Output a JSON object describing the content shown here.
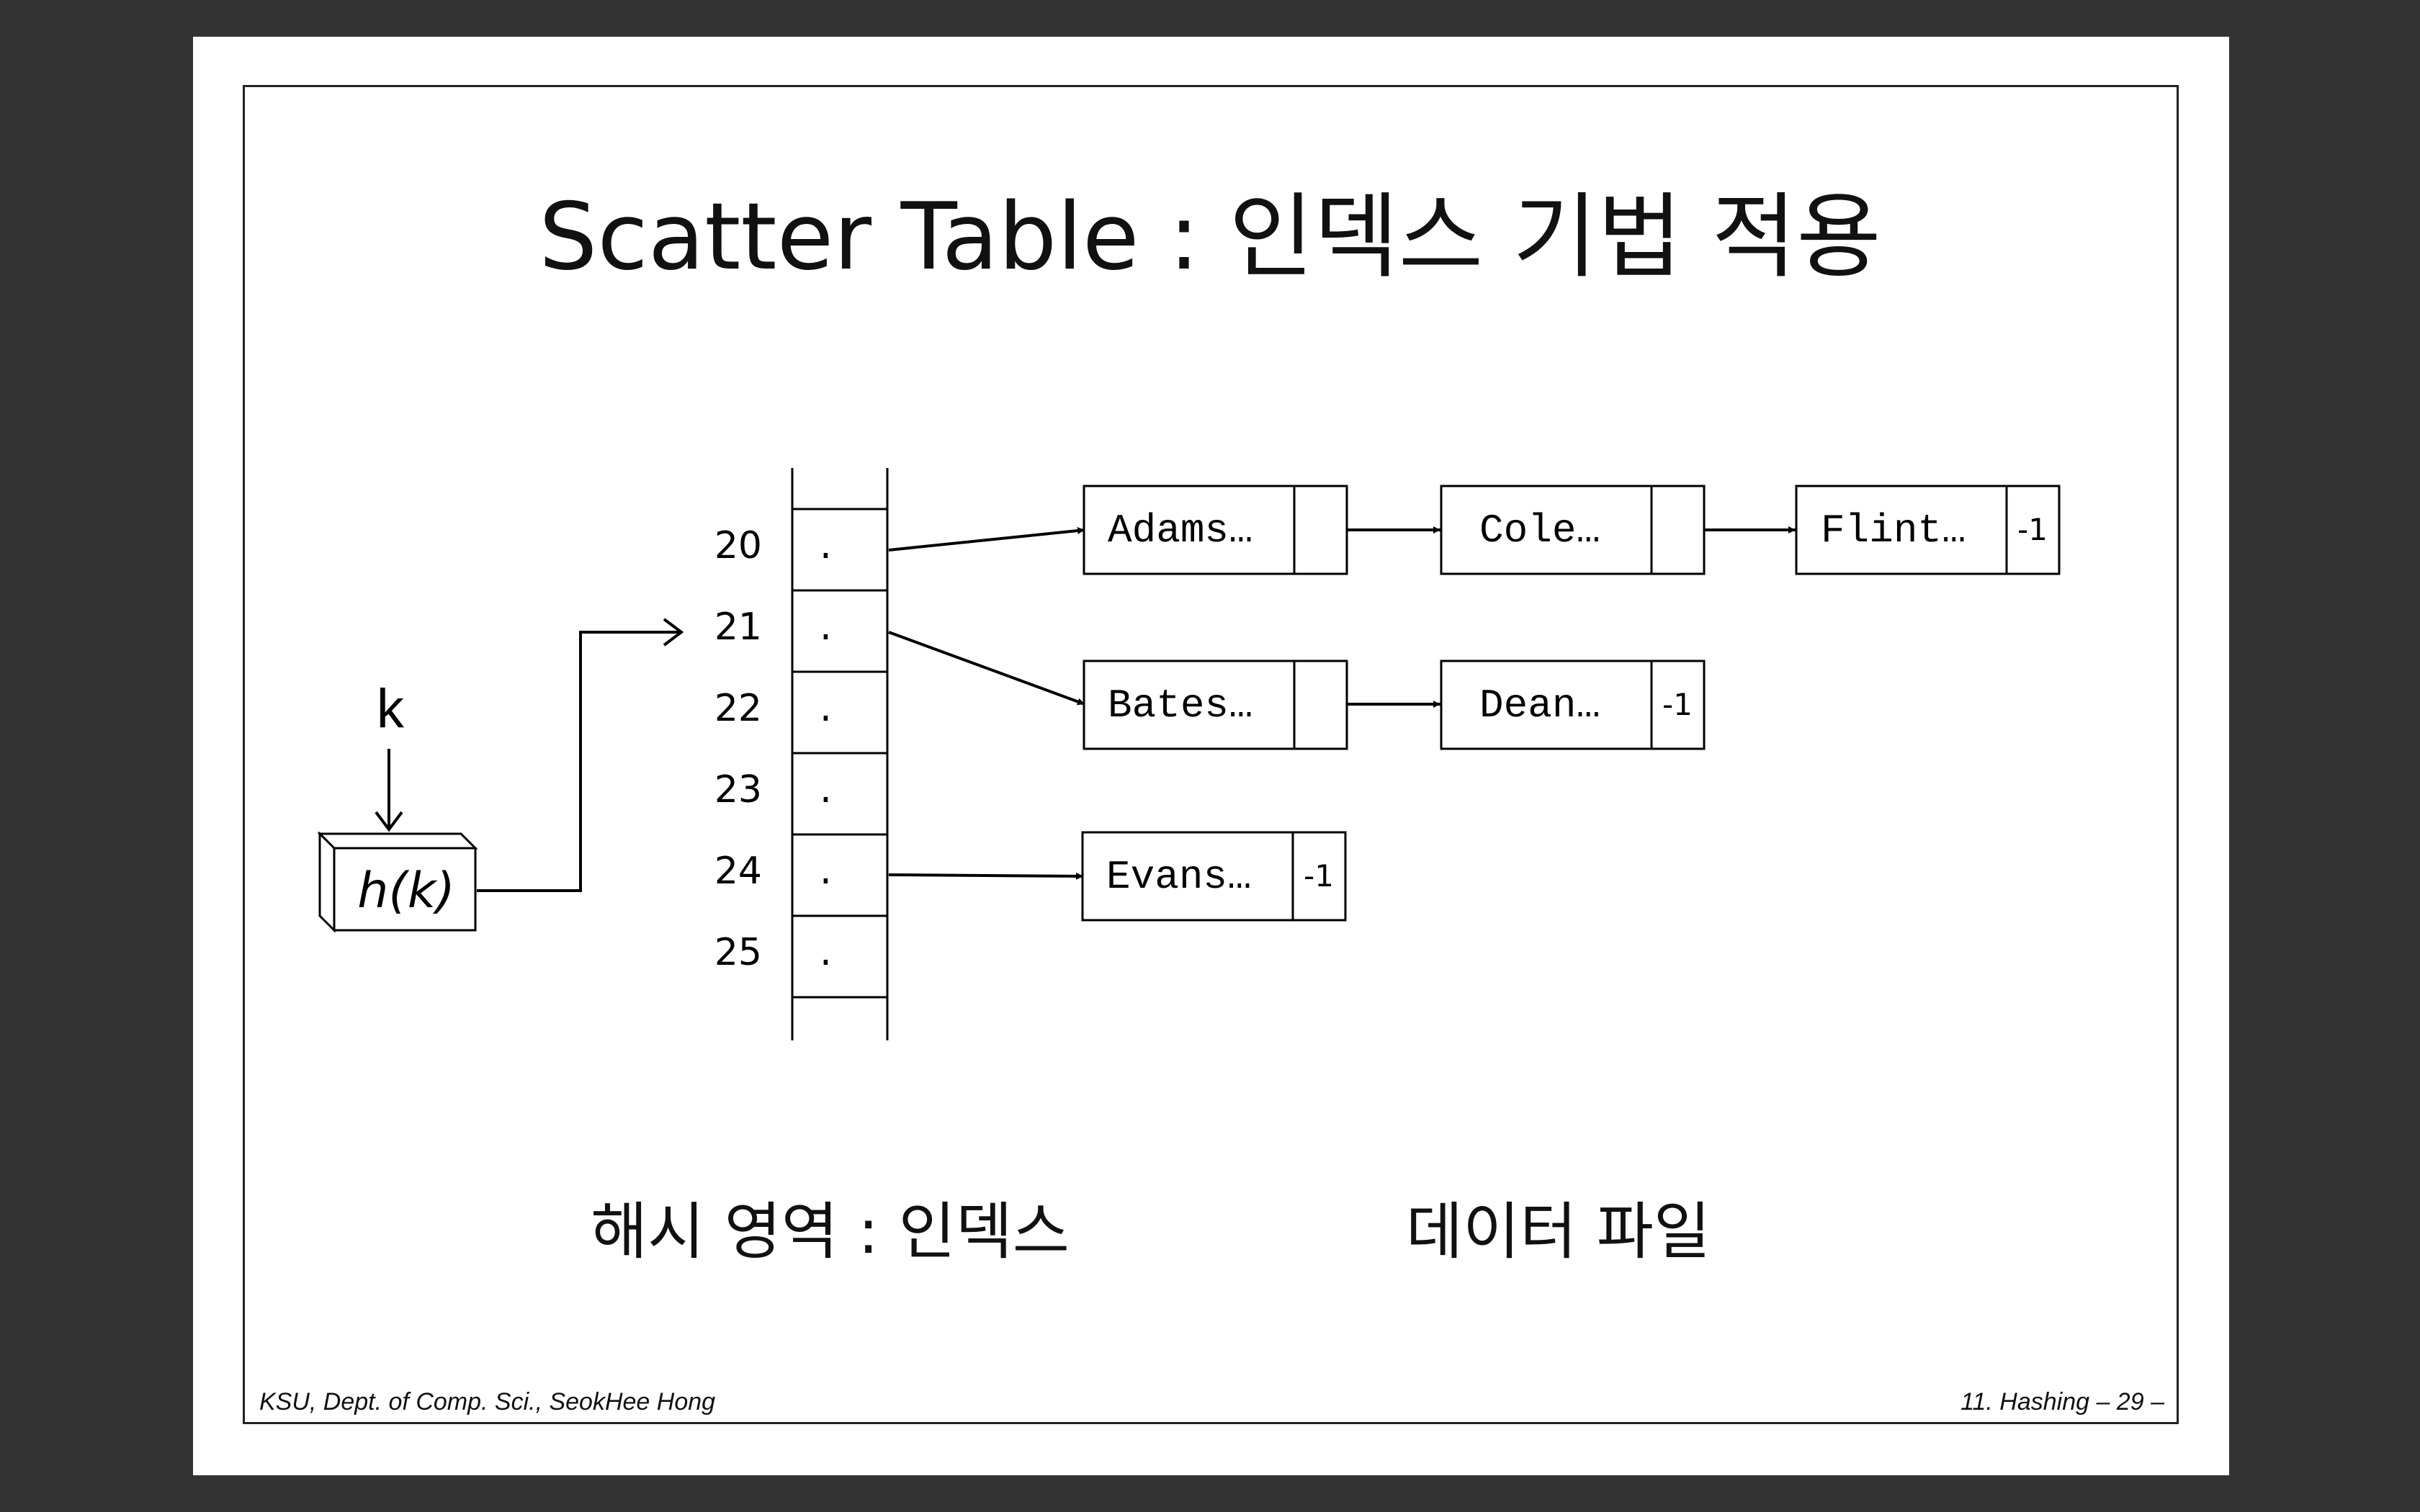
{
  "slide": {
    "title": "Scatter Table : 인덱스 기법 적용",
    "footer_left": "KSU, Dept. of Comp. Sci., SeokHee Hong",
    "footer_right": "11. Hashing  – 29 –"
  },
  "diagram": {
    "key_label": "k",
    "hash_label": "h(k)",
    "index_slots": [
      {
        "index": "20",
        "value": "."
      },
      {
        "index": "21",
        "value": "."
      },
      {
        "index": "22",
        "value": "."
      },
      {
        "index": "23",
        "value": "."
      },
      {
        "index": "24",
        "value": "."
      },
      {
        "index": "25",
        "value": "."
      }
    ],
    "records": {
      "adams": {
        "name": "Adams…",
        "next": ""
      },
      "cole": {
        "name": "Cole…",
        "next": ""
      },
      "flint": {
        "name": "Flint…",
        "next": "-1"
      },
      "bates": {
        "name": "Bates…",
        "next": ""
      },
      "dean": {
        "name": "Dean…",
        "next": "-1"
      },
      "evans": {
        "name": "Evans…",
        "next": "-1"
      }
    },
    "hash_area_label": "해시 영역 : 인덱스",
    "data_file_label": "데이터 파일"
  }
}
